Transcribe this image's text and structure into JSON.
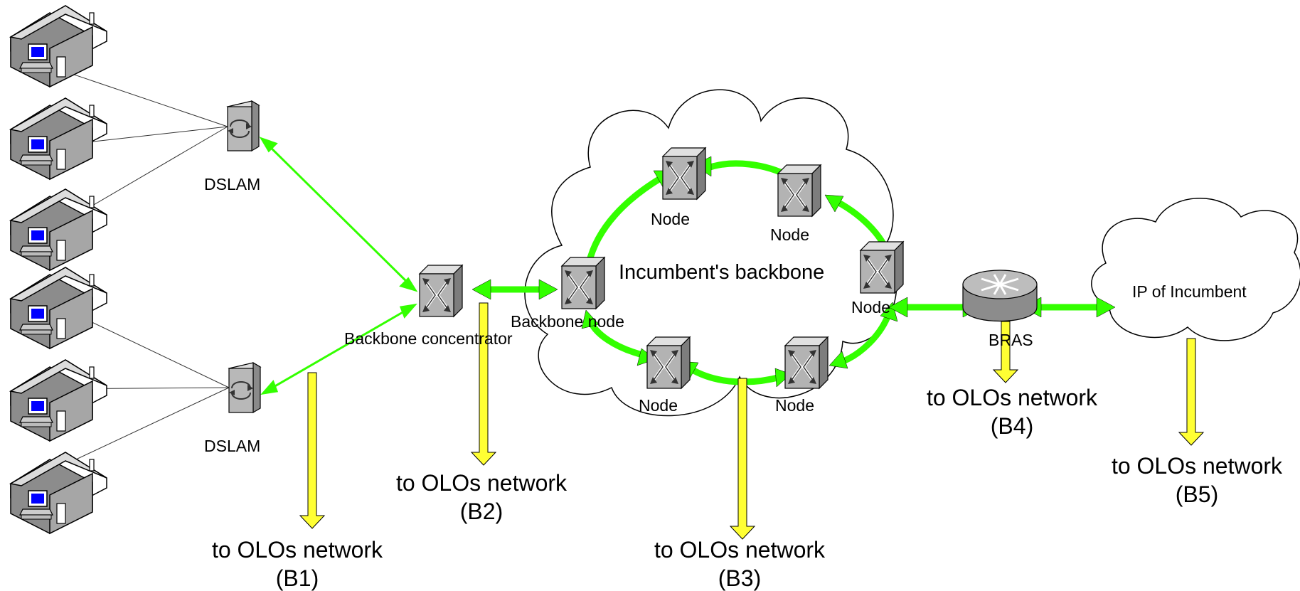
{
  "labels": {
    "dslam": "DSLAM",
    "node": "Node",
    "backbone_concentrator": "Backbone concentrator",
    "backbone_node": "Backbone node",
    "incumbent_backbone": "Incumbent's backbone",
    "bras": "BRAS",
    "ip_of_incumbent": "IP of Incumbent",
    "to_olos_network": "to OLOs network"
  },
  "breakpoints": [
    "(B1)",
    "(B2)",
    "(B3)",
    "(B4)",
    "(B5)"
  ],
  "colors": {
    "green_arrow": "#33ff00",
    "yellow_arrow": "#ffff33",
    "house_gray": "#999999",
    "screen_blue": "#0000ff",
    "switch_gray": "#b3b3b3"
  },
  "icons": [
    "house-icon",
    "dslam-icon",
    "switch-icon",
    "router-icon",
    "cloud-icon"
  ]
}
